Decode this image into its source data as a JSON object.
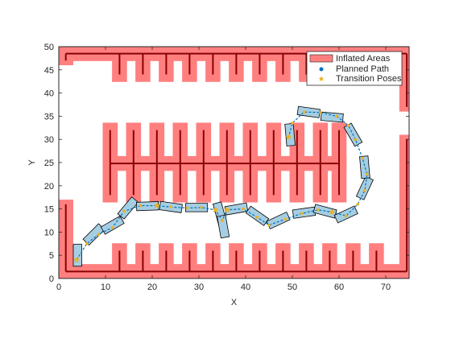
{
  "chart_data": {
    "type": "scatter",
    "title": "",
    "xlabel": "X",
    "ylabel": "Y",
    "xlim": [
      0,
      75
    ],
    "ylim": [
      0,
      50
    ],
    "xticks": [
      0,
      10,
      20,
      30,
      40,
      50,
      60,
      70
    ],
    "yticks": [
      0,
      5,
      10,
      15,
      20,
      25,
      30,
      35,
      40,
      45,
      50
    ],
    "grid": false,
    "legend_position": "top-right",
    "colors": {
      "inflated": "#ff7f7f",
      "occupied": "#8b0000",
      "vehicle_fill": "#a6cee3",
      "vehicle_edge": "#000000",
      "path": "#0072bd",
      "pose": "#edb120"
    },
    "legend": [
      {
        "label": "Inflated Areas",
        "kind": "patch"
      },
      {
        "label": "Planned Path",
        "kind": "path-marker"
      },
      {
        "label": "Transition Poses",
        "kind": "pose-marker"
      }
    ],
    "map": {
      "outer_wall": {
        "x0": 1.5,
        "x1": 74.5,
        "y0": 1.5,
        "y1": 48.5
      },
      "left_gap": {
        "x0": 0,
        "x1": 3,
        "y0": 17,
        "y1": 46
      },
      "right_gap": {
        "x0": 72,
        "x1": 75,
        "y0": 31,
        "y1": 36
      },
      "top_stalls_x": [
        13,
        18,
        23,
        28,
        33,
        38,
        43,
        48,
        53,
        58,
        63,
        68
      ],
      "top_stall_bottom": 44,
      "bottom_stalls_x": [
        13,
        18,
        23,
        28,
        33,
        38,
        43,
        48,
        53,
        58,
        63,
        68
      ],
      "bottom_stall_top": 6,
      "center_block": {
        "x0": 11,
        "x1": 60,
        "y0": 18,
        "y1": 32,
        "axis_y": 24.8,
        "stalls_x": [
          11,
          16,
          21,
          26,
          31,
          36,
          41,
          46,
          51,
          56,
          60
        ]
      }
    },
    "vehicle_poses": [
      {
        "x": 4.0,
        "y": 5.0,
        "theta": 90
      },
      {
        "x": 7.5,
        "y": 9.5,
        "theta": 45
      },
      {
        "x": 11.5,
        "y": 11.5,
        "theta": 30
      },
      {
        "x": 14.8,
        "y": 15.2,
        "theta": 50
      },
      {
        "x": 19.0,
        "y": 15.6,
        "theta": 2
      },
      {
        "x": 24.0,
        "y": 15.4,
        "theta": -8
      },
      {
        "x": 29.5,
        "y": 15.3,
        "theta": 0
      },
      {
        "x": 34.5,
        "y": 14.0,
        "theta": -75
      },
      {
        "x": 35.2,
        "y": 11.2,
        "theta": -80
      },
      {
        "x": 38.0,
        "y": 15.0,
        "theta": 10
      },
      {
        "x": 42.5,
        "y": 13.5,
        "theta": -35
      },
      {
        "x": 47.0,
        "y": 12.5,
        "theta": 25
      },
      {
        "x": 52.5,
        "y": 14.2,
        "theta": 8
      },
      {
        "x": 57.0,
        "y": 14.5,
        "theta": -15
      },
      {
        "x": 61.5,
        "y": 13.8,
        "theta": 25
      },
      {
        "x": 65.5,
        "y": 19.5,
        "theta": 65
      },
      {
        "x": 65.5,
        "y": 24.0,
        "theta": 95
      },
      {
        "x": 63.0,
        "y": 31.0,
        "theta": 120
      },
      {
        "x": 58.5,
        "y": 34.8,
        "theta": 175
      },
      {
        "x": 53.5,
        "y": 35.9,
        "theta": 172
      },
      {
        "x": 49.5,
        "y": 31.0,
        "theta": 95
      }
    ],
    "path_points": [
      {
        "x": 3.8,
        "y": 4.0
      },
      {
        "x": 6.0,
        "y": 7.5
      },
      {
        "x": 8.5,
        "y": 9.5
      },
      {
        "x": 11.5,
        "y": 11.0
      },
      {
        "x": 14.0,
        "y": 14.5
      },
      {
        "x": 17.5,
        "y": 15.7
      },
      {
        "x": 21.0,
        "y": 15.7
      },
      {
        "x": 24.0,
        "y": 15.4
      },
      {
        "x": 27.5,
        "y": 15.2
      },
      {
        "x": 30.5,
        "y": 15.3
      },
      {
        "x": 33.5,
        "y": 14.8
      },
      {
        "x": 35.0,
        "y": 12.5
      },
      {
        "x": 36.0,
        "y": 14.8
      },
      {
        "x": 39.5,
        "y": 15.0
      },
      {
        "x": 42.5,
        "y": 13.2
      },
      {
        "x": 45.0,
        "y": 11.5
      },
      {
        "x": 48.5,
        "y": 12.8
      },
      {
        "x": 52.0,
        "y": 14.0
      },
      {
        "x": 55.5,
        "y": 14.8
      },
      {
        "x": 58.5,
        "y": 14.3
      },
      {
        "x": 61.5,
        "y": 13.5
      },
      {
        "x": 64.0,
        "y": 16.0
      },
      {
        "x": 65.5,
        "y": 19.0
      },
      {
        "x": 66.0,
        "y": 22.5
      },
      {
        "x": 65.0,
        "y": 26.0
      },
      {
        "x": 63.5,
        "y": 30.0
      },
      {
        "x": 62.0,
        "y": 33.0
      },
      {
        "x": 59.5,
        "y": 35.0
      },
      {
        "x": 56.0,
        "y": 35.8
      },
      {
        "x": 52.5,
        "y": 35.9
      },
      {
        "x": 50.0,
        "y": 33.5
      },
      {
        "x": 49.2,
        "y": 30.5
      }
    ],
    "transition_poses": [
      {
        "x": 3.8,
        "y": 4.0
      },
      {
        "x": 21.0,
        "y": 15.7
      },
      {
        "x": 33.5,
        "y": 14.8
      },
      {
        "x": 36.0,
        "y": 14.8
      },
      {
        "x": 58.5,
        "y": 14.3
      },
      {
        "x": 49.2,
        "y": 30.5
      }
    ]
  }
}
